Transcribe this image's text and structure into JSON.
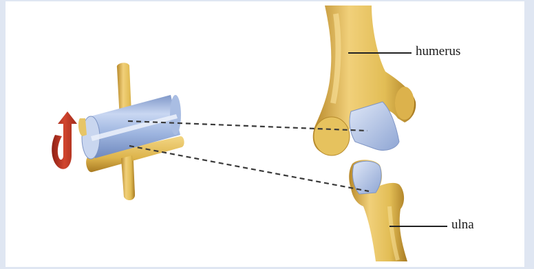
{
  "diagram": {
    "labels": {
      "humerus": "humerus",
      "ulna": "ulna"
    },
    "icons": [
      "rotation-arrow-icon",
      "hinge-joint-model",
      "humerus-bone",
      "ulna-bone"
    ],
    "colors": {
      "bone": "#e2bd55",
      "bone_shadow": "#b58a2a",
      "cartilage": "#b9c8e8",
      "cylinder": "#9fb6e0",
      "arrow": "#c0392b",
      "leader_line": "#222222",
      "dashed_line": "#3a3a3a",
      "frame": "#dfe6f2"
    }
  }
}
